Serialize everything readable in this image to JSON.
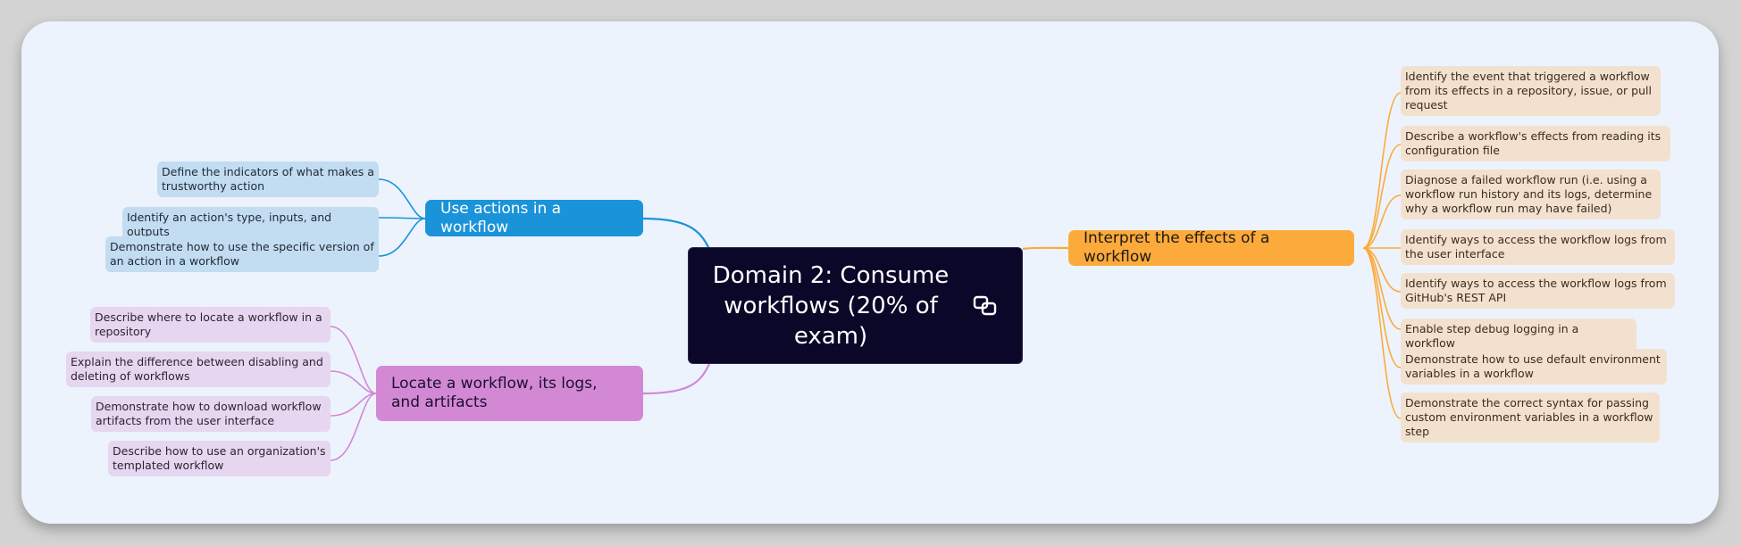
{
  "diagram": {
    "root": {
      "title": "Domain 2: Consume workflows (20% of exam)",
      "icon": "linked-topics-icon"
    },
    "colors": {
      "background": "#ecf3fd",
      "root": "#0b0728",
      "actions_branch": "#1b93d9",
      "locate_branch": "#d388d4",
      "interpret_branch": "#fdaa3c"
    },
    "branches": {
      "actions": {
        "label": "Use actions in a workflow",
        "items": [
          "Define the indicators of what makes a trustworthy action",
          "Identify an action's type, inputs, and outputs",
          "Demonstrate how to use the specific version of an action in a workflow"
        ]
      },
      "locate": {
        "label": "Locate a workflow, its logs, and artifacts",
        "items": [
          "Describe where to locate a workflow in a repository",
          "Explain the difference between disabling and deleting of workflows",
          "Demonstrate how to download workflow artifacts from the user interface",
          "Describe how to use an organization's templated workflow"
        ]
      },
      "interpret": {
        "label": "Interpret the effects of a workflow",
        "items": [
          "Identify the event that triggered a workflow from its effects in a repository, issue, or pull request",
          "Describe a workflow's effects from reading its configuration file",
          "Diagnose a failed workflow run (i.e. using a workflow run history and its logs, determine why a workflow run may have failed)",
          "Identify ways to access the workflow logs from the user interface",
          "Identify ways to access the workflow logs from GitHub's REST API",
          "Enable step debug logging in a workflow",
          "Demonstrate how to use default environment variables in a workflow",
          "Demonstrate the correct syntax for passing custom environment variables in a workflow step"
        ]
      }
    }
  }
}
